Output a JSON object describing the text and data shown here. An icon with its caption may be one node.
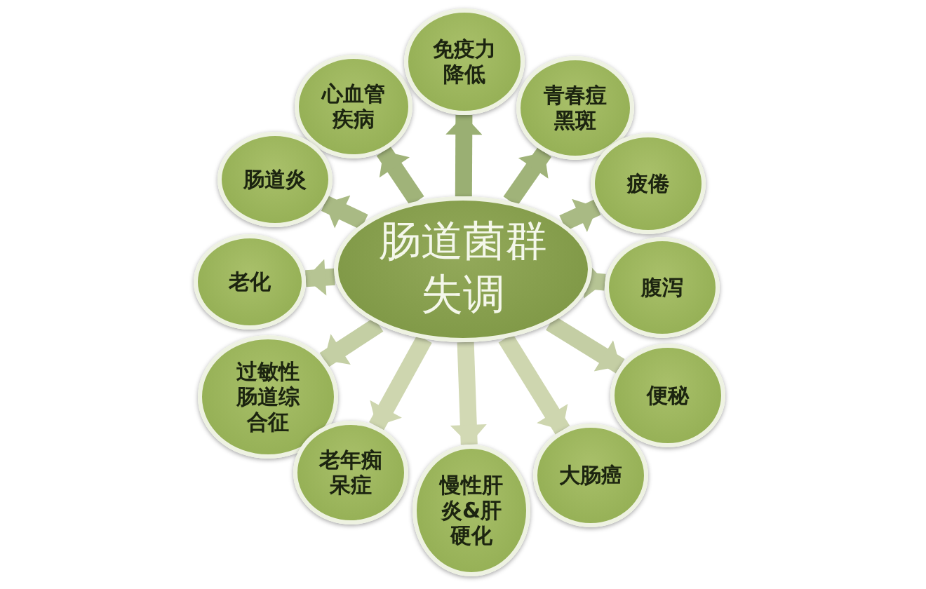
{
  "diagram": {
    "nodes": [
      {
        "text": [
          "肠道菌群失调"
        ]
      },
      {
        "text": [
          "心血管疾病"
        ]
      },
      {
        "text": [
          "免疫力降低"
        ]
      },
      {
        "text": [
          "青春痘黑斑"
        ]
      },
      {
        "text": [
          "肠道炎"
        ]
      },
      {
        "text": [
          "疲倦"
        ]
      },
      {
        "text": [
          "老化"
        ]
      },
      {
        "text": [
          "腹泻"
        ]
      },
      {
        "text": [
          "过敏性肠道综合征"
        ]
      },
      {
        "text": [
          "便秘"
        ]
      },
      {
        "text": [
          "老年痴呆症"
        ]
      },
      {
        "text": [
          "慢性肝炎&肝硬化"
        ]
      },
      {
        "text": [
          "大肠癌"
        ]
      }
    ],
    "edges": [
      {
        "from": 0,
        "to": 1,
        "arrow": "to"
      },
      {
        "from": 0,
        "to": 2,
        "arrow": "to"
      },
      {
        "from": 0,
        "to": 3,
        "arrow": "to"
      },
      {
        "from": 0,
        "to": 4,
        "arrow": "to"
      },
      {
        "from": 0,
        "to": 5,
        "arrow": "to"
      },
      {
        "from": 0,
        "to": 6,
        "arrow": "to"
      },
      {
        "from": 0,
        "to": 7,
        "arrow": "to"
      },
      {
        "from": 0,
        "to": 8,
        "arrow": "to"
      },
      {
        "from": 0,
        "to": 9,
        "arrow": "to"
      },
      {
        "from": 0,
        "to": 10,
        "arrow": "to"
      },
      {
        "from": 0,
        "to": 11,
        "arrow": "to"
      },
      {
        "from": 0,
        "to": 12,
        "arrow": "to"
      }
    ]
  }
}
